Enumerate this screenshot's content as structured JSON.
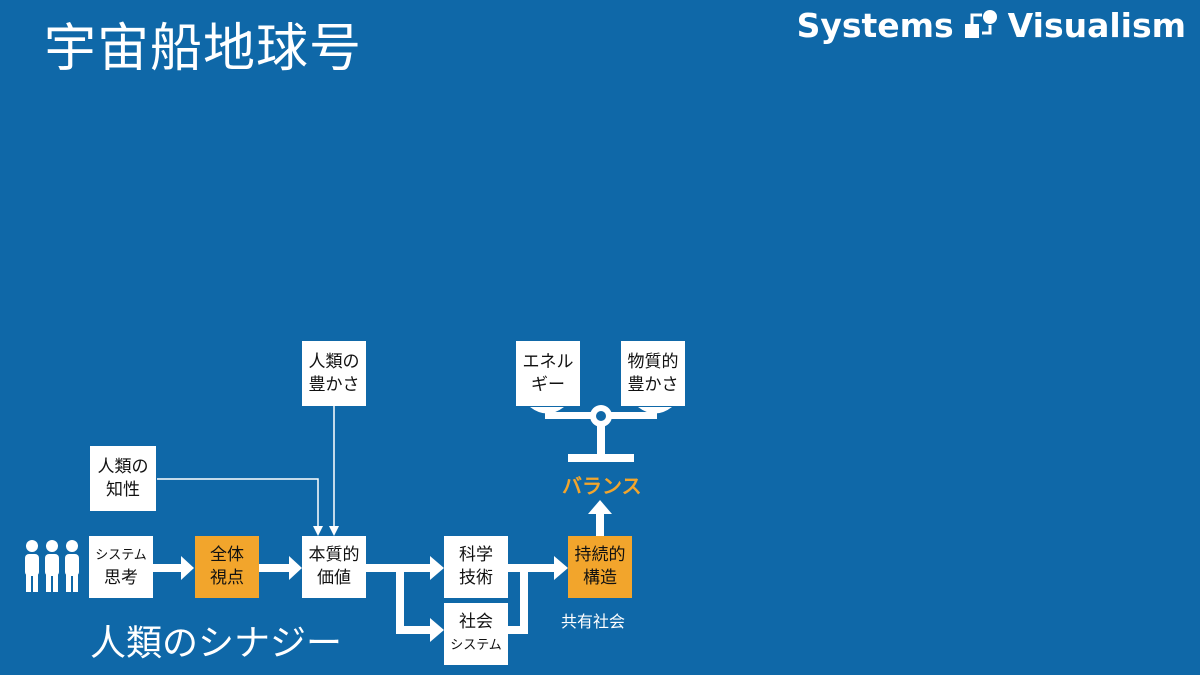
{
  "title": "宇宙船地球号",
  "brand": {
    "left": "Systems",
    "right": "Visualism",
    "logo_icon": "systems-visualism-logo"
  },
  "colors": {
    "background": "#0f68a8",
    "box": "#ffffff",
    "highlight": "#f2a52c"
  },
  "people_icon": "people-group-icon",
  "boxes": {
    "system_thinking": {
      "line1": "システム",
      "line2": "思考"
    },
    "holistic_view": {
      "line1": "全体",
      "line2": "視点"
    },
    "essential_value": {
      "line1": "本質的",
      "line2": "価値"
    },
    "human_wisdom": {
      "line1": "人類の",
      "line2": "知性"
    },
    "human_richness": {
      "line1": "人類の",
      "line2": "豊かさ"
    },
    "science_tech": {
      "line1": "科学",
      "line2": "技術"
    },
    "social_system": {
      "line1": "社会",
      "line2": "システム"
    },
    "sustainable_structure": {
      "line1": "持続的",
      "line2": "構造"
    },
    "energy": {
      "line1": "エネル",
      "line2": "ギー"
    },
    "material_richness": {
      "line1": "物質的",
      "line2": "豊かさ"
    }
  },
  "balance_label": "バランス",
  "shared_society": "共有社会",
  "synergy_label": "人類のシナジー"
}
